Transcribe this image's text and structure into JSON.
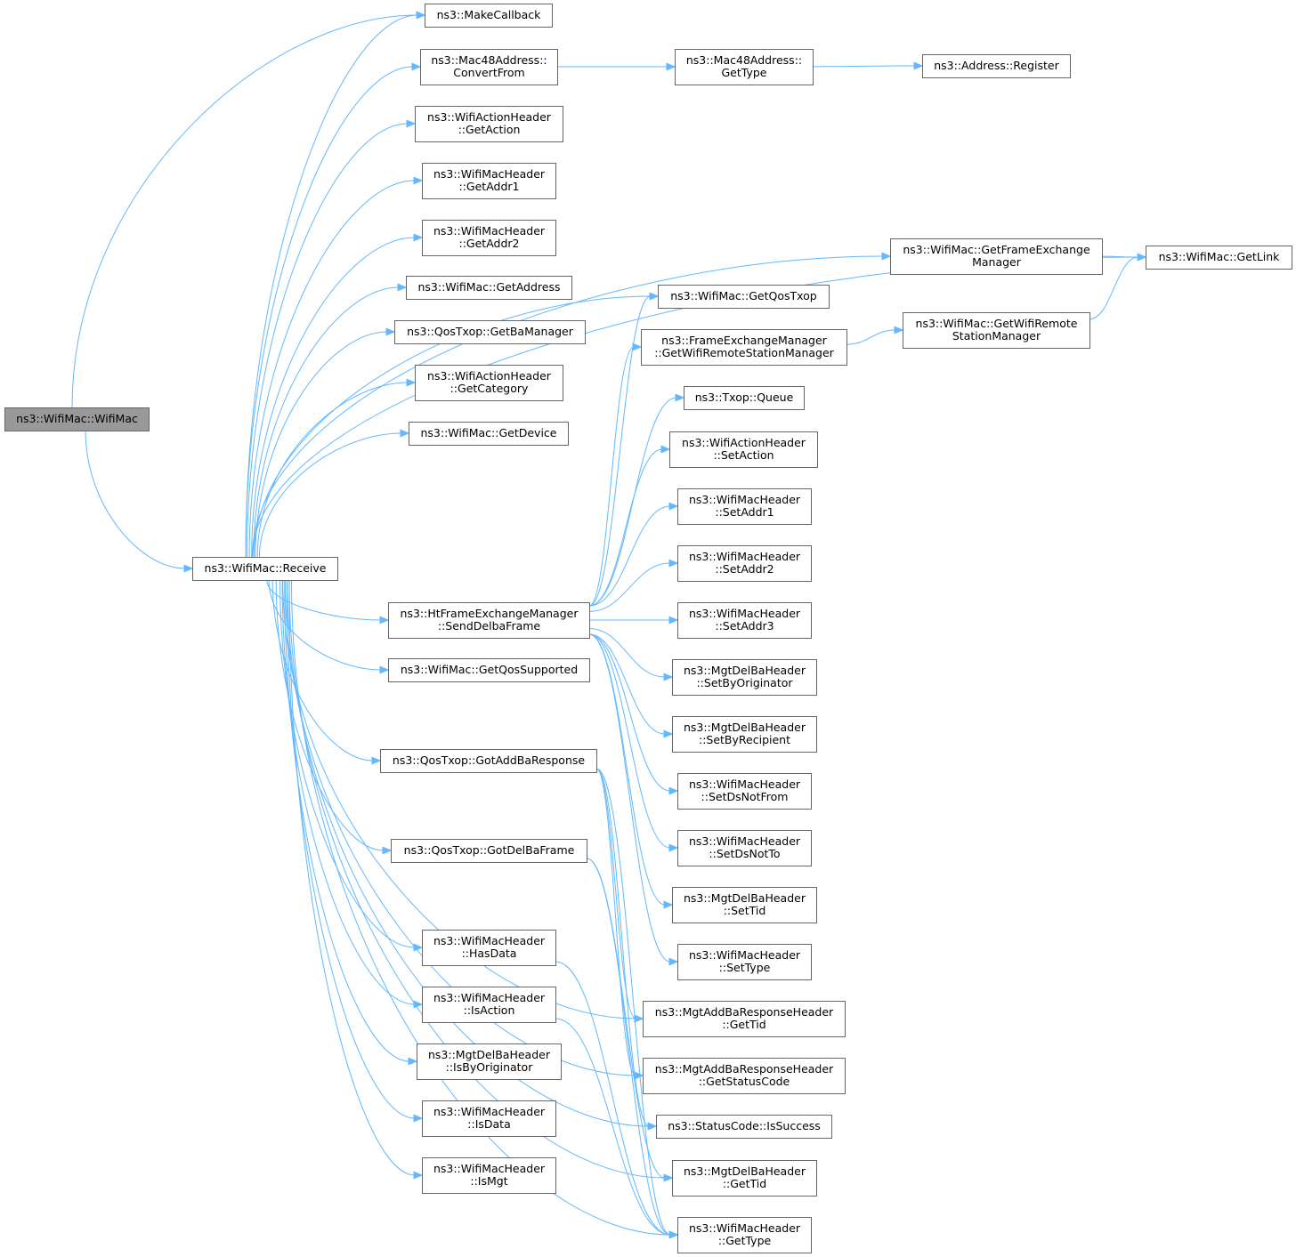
{
  "nodes": [
    {
      "id": "wifimac_ctor",
      "name": "node-wifimac-ctor",
      "lines": [
        "ns3::WifiMac::WifiMac"
      ],
      "root": true
    },
    {
      "id": "receive",
      "name": "node-wifimac-receive",
      "lines": [
        "ns3::WifiMac::Receive"
      ]
    },
    {
      "id": "makecallback",
      "name": "node-makecallback",
      "lines": [
        "ns3::MakeCallback"
      ]
    },
    {
      "id": "convertfrom",
      "name": "node-mac48-convertfrom",
      "lines": [
        "ns3::Mac48Address::",
        "ConvertFrom"
      ]
    },
    {
      "id": "gettype_mac48",
      "name": "node-mac48-gettype",
      "lines": [
        "ns3::Mac48Address::",
        "GetType"
      ]
    },
    {
      "id": "address_register",
      "name": "node-address-register",
      "lines": [
        "ns3::Address::Register"
      ]
    },
    {
      "id": "getaction",
      "name": "node-actionheader-getaction",
      "lines": [
        "ns3::WifiActionHeader",
        "::GetAction"
      ]
    },
    {
      "id": "getaddr1",
      "name": "node-macheader-getaddr1",
      "lines": [
        "ns3::WifiMacHeader",
        "::GetAddr1"
      ]
    },
    {
      "id": "getaddr2",
      "name": "node-macheader-getaddr2",
      "lines": [
        "ns3::WifiMacHeader",
        "::GetAddr2"
      ]
    },
    {
      "id": "getaddress",
      "name": "node-wifimac-getaddress",
      "lines": [
        "ns3::WifiMac::GetAddress"
      ]
    },
    {
      "id": "getbamanager",
      "name": "node-qostxop-getbamanager",
      "lines": [
        "ns3::QosTxop::GetBaManager"
      ]
    },
    {
      "id": "getcategory",
      "name": "node-actionheader-getcategory",
      "lines": [
        "ns3::WifiActionHeader",
        "::GetCategory"
      ]
    },
    {
      "id": "getdevice",
      "name": "node-wifimac-getdevice",
      "lines": [
        "ns3::WifiMac::GetDevice"
      ]
    },
    {
      "id": "getfem",
      "name": "node-wifimac-getframeexchangemanager",
      "lines": [
        "ns3::WifiMac::GetFrameExchange",
        "Manager"
      ]
    },
    {
      "id": "getlink",
      "name": "node-wifimac-getlink",
      "lines": [
        "ns3::WifiMac::GetLink"
      ]
    },
    {
      "id": "getqostxop",
      "name": "node-wifimac-getqostxop",
      "lines": [
        "ns3::WifiMac::GetQosTxop"
      ]
    },
    {
      "id": "fem_getrsm",
      "name": "node-fem-getwifiremotestationmanager",
      "lines": [
        "ns3::FrameExchangeManager",
        "::GetWifiRemoteStationManager"
      ]
    },
    {
      "id": "mac_getrsm",
      "name": "node-wifimac-getwifiremotestationmanager",
      "lines": [
        "ns3::WifiMac::GetWifiRemote",
        "StationManager"
      ]
    },
    {
      "id": "txop_queue",
      "name": "node-txop-queue",
      "lines": [
        "ns3::Txop::Queue"
      ]
    },
    {
      "id": "setaction",
      "name": "node-actionheader-setaction",
      "lines": [
        "ns3::WifiActionHeader",
        "::SetAction"
      ]
    },
    {
      "id": "setaddr1",
      "name": "node-macheader-setaddr1",
      "lines": [
        "ns3::WifiMacHeader",
        "::SetAddr1"
      ]
    },
    {
      "id": "setaddr2",
      "name": "node-macheader-setaddr2",
      "lines": [
        "ns3::WifiMacHeader",
        "::SetAddr2"
      ]
    },
    {
      "id": "setaddr3",
      "name": "node-macheader-setaddr3",
      "lines": [
        "ns3::WifiMacHeader",
        "::SetAddr3"
      ]
    },
    {
      "id": "senddelba",
      "name": "node-htfem-senddelbaframe",
      "lines": [
        "ns3::HtFrameExchangeManager",
        "::SendDelbaFrame"
      ]
    },
    {
      "id": "setbyoriginator",
      "name": "node-delba-setbyoriginator",
      "lines": [
        "ns3::MgtDelBaHeader",
        "::SetByOriginator"
      ]
    },
    {
      "id": "setbyrecipient",
      "name": "node-delba-setbyrecipient",
      "lines": [
        "ns3::MgtDelBaHeader",
        "::SetByRecipient"
      ]
    },
    {
      "id": "getqossupported",
      "name": "node-wifimac-getqossupported",
      "lines": [
        "ns3::WifiMac::GetQosSupported"
      ]
    },
    {
      "id": "setdsnotfrom",
      "name": "node-macheader-setdsnotfrom",
      "lines": [
        "ns3::WifiMacHeader",
        "::SetDsNotFrom"
      ]
    },
    {
      "id": "gotaddbaresponse",
      "name": "node-qostxop-gotaddbaresponse",
      "lines": [
        "ns3::QosTxop::GotAddBaResponse"
      ]
    },
    {
      "id": "setdsnotto",
      "name": "node-macheader-setdsnotto",
      "lines": [
        "ns3::WifiMacHeader",
        "::SetDsNotTo"
      ]
    },
    {
      "id": "gotdelbaframe",
      "name": "node-qostxop-gotdelbaframe",
      "lines": [
        "ns3::QosTxop::GotDelBaFrame"
      ]
    },
    {
      "id": "delba_settid",
      "name": "node-delba-settid",
      "lines": [
        "ns3::MgtDelBaHeader",
        "::SetTid"
      ]
    },
    {
      "id": "hasdata",
      "name": "node-macheader-hasdata",
      "lines": [
        "ns3::WifiMacHeader",
        "::HasData"
      ]
    },
    {
      "id": "settype",
      "name": "node-macheader-settype",
      "lines": [
        "ns3::WifiMacHeader",
        "::SetType"
      ]
    },
    {
      "id": "isaction",
      "name": "node-macheader-isaction",
      "lines": [
        "ns3::WifiMacHeader",
        "::IsAction"
      ]
    },
    {
      "id": "addba_gettid",
      "name": "node-addbaresponse-gettid",
      "lines": [
        "ns3::MgtAddBaResponseHeader",
        "::GetTid"
      ]
    },
    {
      "id": "isbyoriginator",
      "name": "node-delba-isbyoriginator",
      "lines": [
        "ns3::MgtDelBaHeader",
        "::IsByOriginator"
      ]
    },
    {
      "id": "addba_getstatus",
      "name": "node-addbaresponse-getstatuscode",
      "lines": [
        "ns3::MgtAddBaResponseHeader",
        "::GetStatusCode"
      ]
    },
    {
      "id": "issuccess",
      "name": "node-statuscode-issuccess",
      "lines": [
        "ns3::StatusCode::IsSuccess"
      ]
    },
    {
      "id": "isdata",
      "name": "node-macheader-isdata",
      "lines": [
        "ns3::WifiMacHeader",
        "::IsData"
      ]
    },
    {
      "id": "delba_gettid",
      "name": "node-delba-gettid",
      "lines": [
        "ns3::MgtDelBaHeader",
        "::GetTid"
      ]
    },
    {
      "id": "ismgt",
      "name": "node-macheader-ismgt",
      "lines": [
        "ns3::WifiMacHeader",
        "::IsMgt"
      ]
    },
    {
      "id": "macheader_gettype",
      "name": "node-macheader-gettype",
      "lines": [
        "ns3::WifiMacHeader",
        "::GetType"
      ]
    }
  ],
  "edges": [
    [
      "wifimac_ctor",
      "makecallback"
    ],
    [
      "wifimac_ctor",
      "receive"
    ],
    [
      "receive",
      "makecallback"
    ],
    [
      "receive",
      "convertfrom"
    ],
    [
      "receive",
      "getaction"
    ],
    [
      "receive",
      "getaddr1"
    ],
    [
      "receive",
      "getaddr2"
    ],
    [
      "receive",
      "getaddress"
    ],
    [
      "receive",
      "getbamanager"
    ],
    [
      "receive",
      "getcategory"
    ],
    [
      "receive",
      "getdevice"
    ],
    [
      "receive",
      "getlink"
    ],
    [
      "receive",
      "getfem"
    ],
    [
      "receive",
      "getqostxop"
    ],
    [
      "receive",
      "senddelba"
    ],
    [
      "receive",
      "getqossupported"
    ],
    [
      "receive",
      "gotaddbaresponse"
    ],
    [
      "receive",
      "gotdelbaframe"
    ],
    [
      "receive",
      "hasdata"
    ],
    [
      "receive",
      "isaction"
    ],
    [
      "receive",
      "isbyoriginator"
    ],
    [
      "receive",
      "isdata"
    ],
    [
      "receive",
      "ismgt"
    ],
    [
      "receive",
      "addba_gettid"
    ],
    [
      "receive",
      "addba_getstatus"
    ],
    [
      "receive",
      "issuccess"
    ],
    [
      "receive",
      "delba_gettid"
    ],
    [
      "receive",
      "macheader_gettype"
    ],
    [
      "convertfrom",
      "gettype_mac48"
    ],
    [
      "gettype_mac48",
      "address_register"
    ],
    [
      "getfem",
      "getlink"
    ],
    [
      "mac_getrsm",
      "getlink"
    ],
    [
      "fem_getrsm",
      "mac_getrsm"
    ],
    [
      "senddelba",
      "getqostxop"
    ],
    [
      "senddelba",
      "fem_getrsm"
    ],
    [
      "senddelba",
      "txop_queue"
    ],
    [
      "senddelba",
      "setaction"
    ],
    [
      "senddelba",
      "setaddr1"
    ],
    [
      "senddelba",
      "setaddr2"
    ],
    [
      "senddelba",
      "setaddr3"
    ],
    [
      "senddelba",
      "setbyoriginator"
    ],
    [
      "senddelba",
      "setbyrecipient"
    ],
    [
      "senddelba",
      "setdsnotfrom"
    ],
    [
      "senddelba",
      "setdsnotto"
    ],
    [
      "senddelba",
      "delba_settid"
    ],
    [
      "senddelba",
      "settype"
    ],
    [
      "gotaddbaresponse",
      "addba_gettid"
    ],
    [
      "gotaddbaresponse",
      "addba_getstatus"
    ],
    [
      "gotaddbaresponse",
      "issuccess"
    ],
    [
      "gotaddbaresponse",
      "macheader_gettype"
    ],
    [
      "gotdelbaframe",
      "delba_gettid"
    ],
    [
      "gotdelbaframe",
      "macheader_gettype"
    ],
    [
      "hasdata",
      "macheader_gettype"
    ],
    [
      "isaction",
      "macheader_gettype"
    ]
  ],
  "colors": {
    "edge": "#63b8ff",
    "node_border": "#666666",
    "node_fill": "#ffffff",
    "root_fill": "#999999"
  }
}
